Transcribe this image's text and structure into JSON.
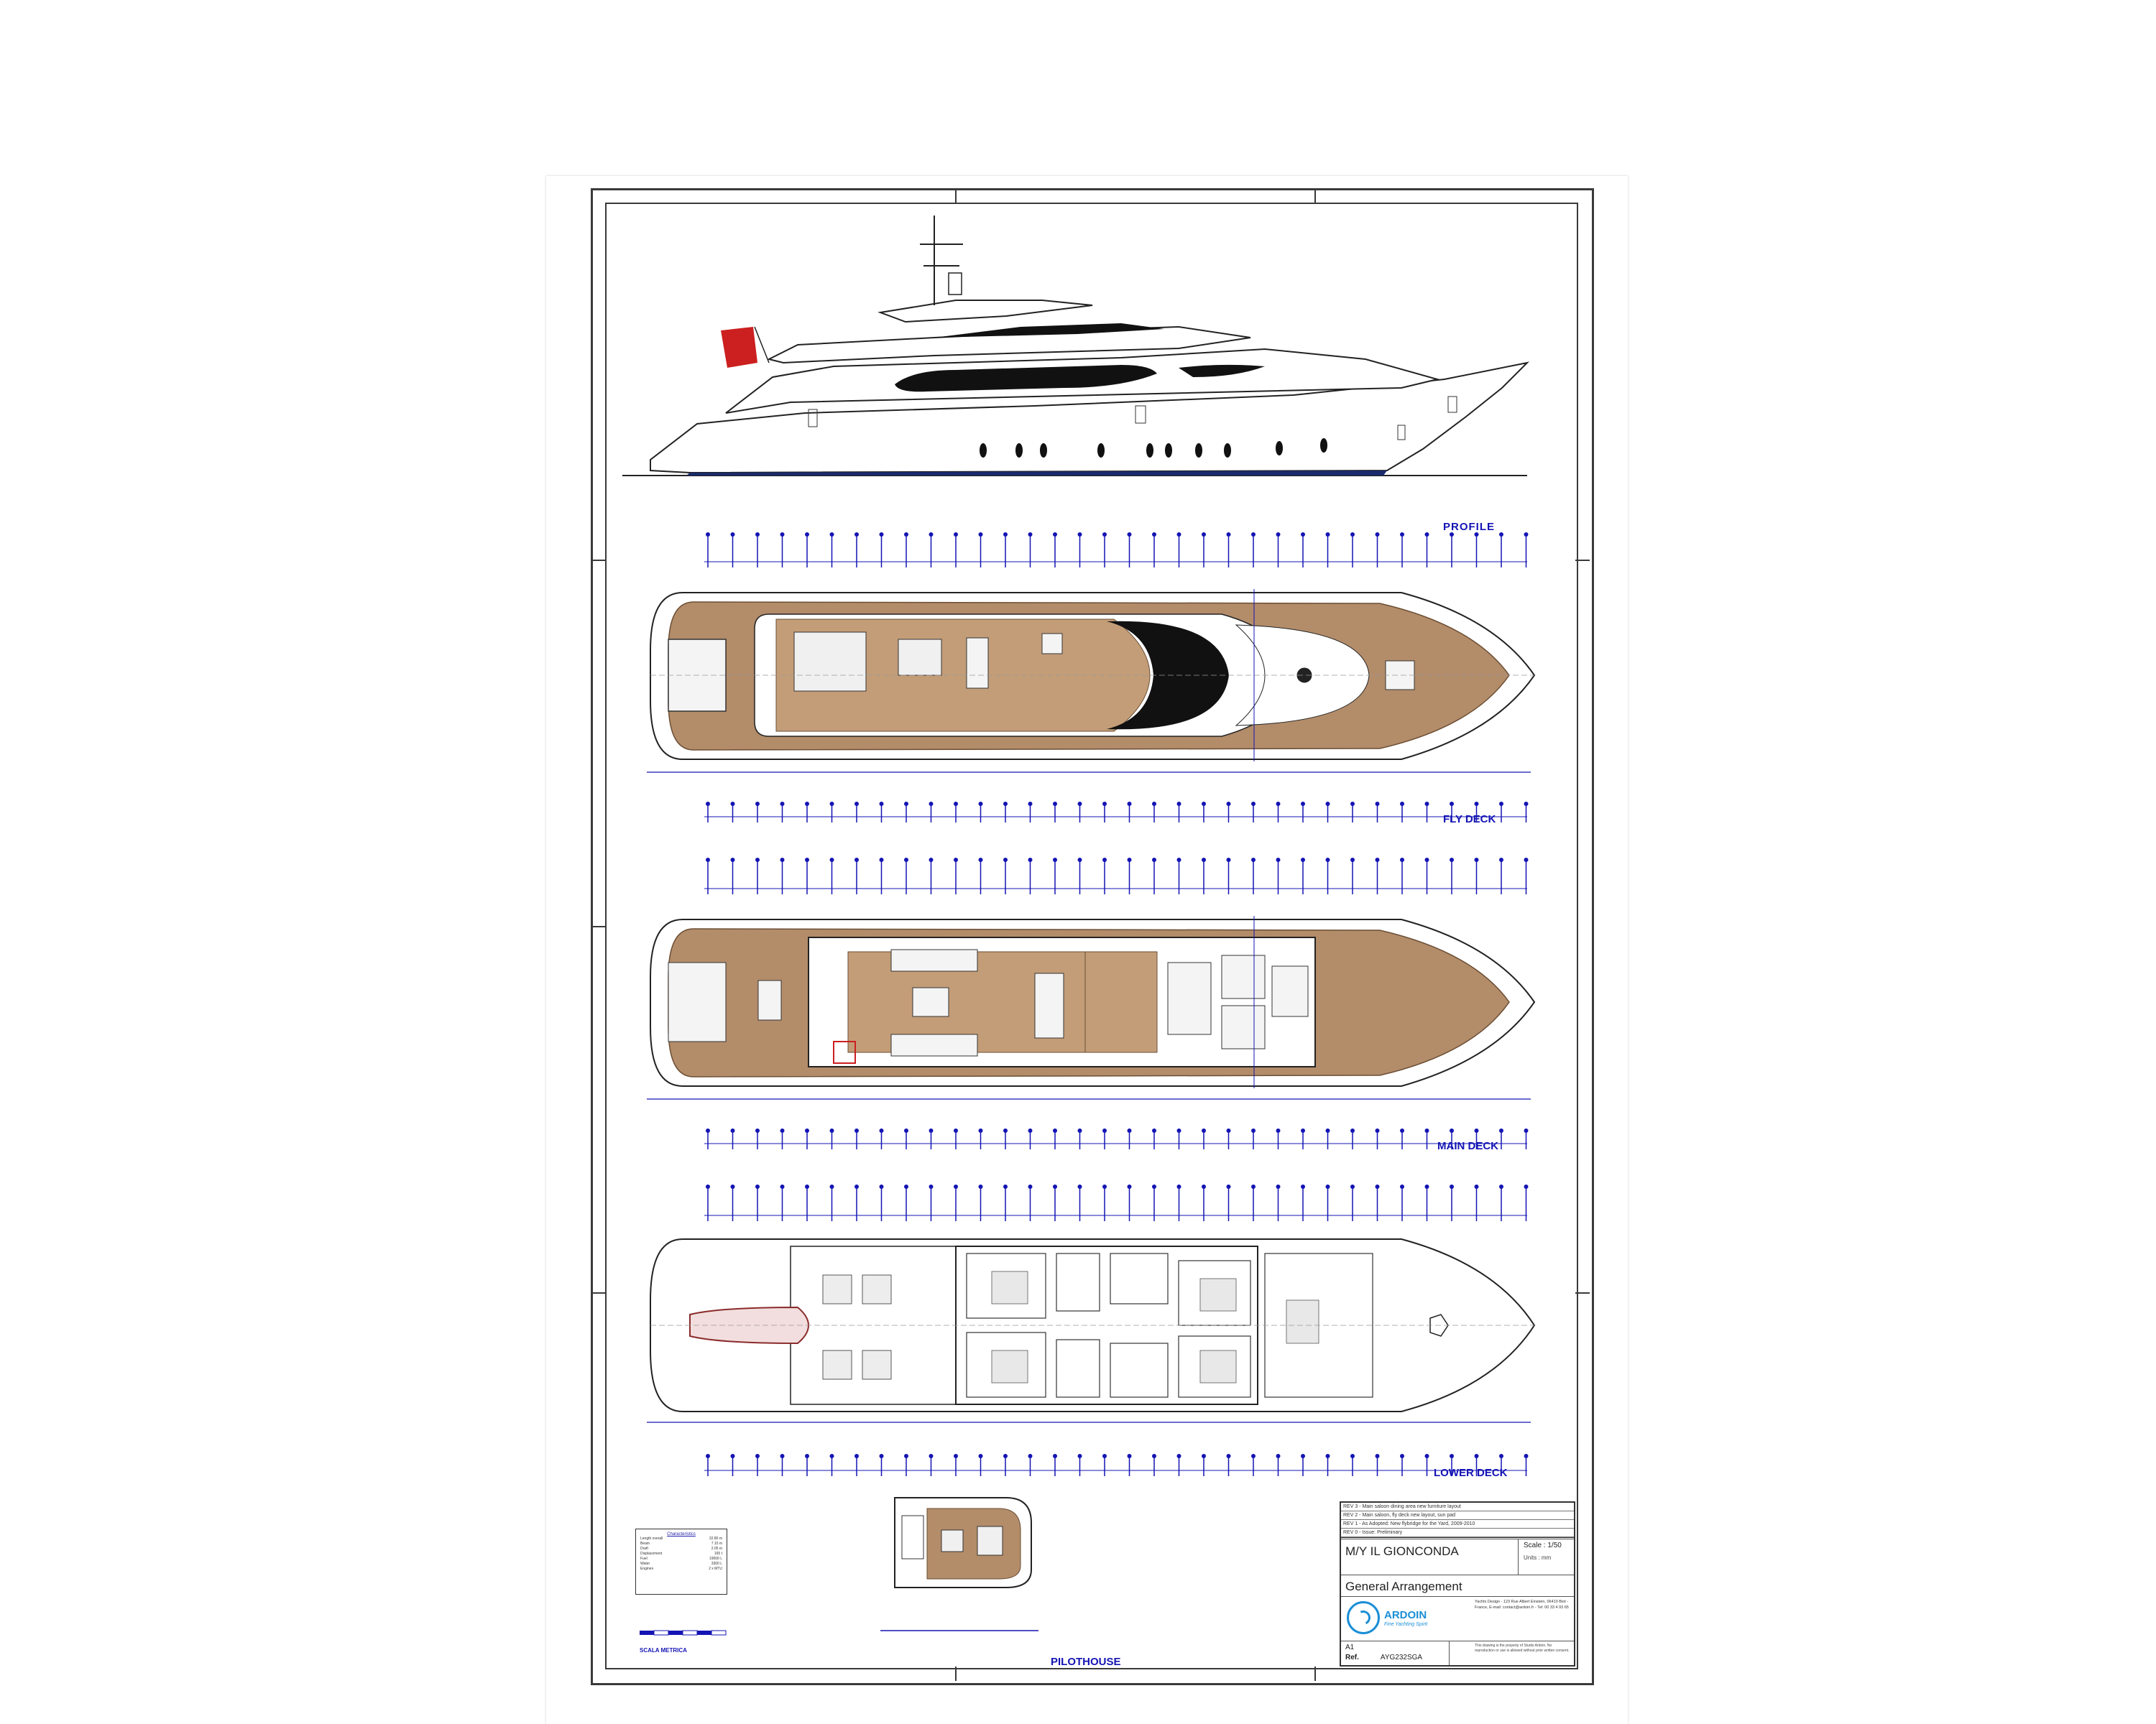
{
  "labels": {
    "profile": "PROFILE",
    "fly_deck": "FLY DECK",
    "main_deck": "MAIN DECK",
    "lower_deck": "LOWER DECK",
    "pilothouse": "PILOTHOUSE",
    "scala_metrica": "SCALA METRICA"
  },
  "title_block": {
    "revisions": [
      "REV 3 - Main saloon dining area new furniture layout",
      "REV 2 - Main saloon, fly deck new layout, sun pad",
      "REV 1 - As Adopted: New flybridge for the Yard, 2009-2010",
      "REV 0 - Issue: Preliminary"
    ],
    "yacht_name": "M/Y IL GIONCONDA",
    "scale": "Scale : 1/50",
    "units": "Units : mm",
    "drawing_title": "General Arrangement",
    "company": "ARDOIN",
    "company_sub": "Fine Yachting Spirit",
    "address": "Yachts Design - 123 Rue Albert Einstein, 06410 Biot - France, E-mail: contact@ardoin.fr - Tel: 00 33 4 93 65",
    "sheet": "A1",
    "ref_label": "Ref.",
    "ref_value": "AYG232SGA",
    "note": "This drawing is the property of Studio Ardoin. No reproduction or use is allowed without prior written consent."
  },
  "specs": {
    "heading": "Characteristics",
    "rows": [
      {
        "k": "Length overall",
        "v": "32.80 m"
      },
      {
        "k": "Beam",
        "v": "7.10 m"
      },
      {
        "k": "Draft",
        "v": "2.05 m"
      },
      {
        "k": "Displacement",
        "v": "165 t"
      },
      {
        "k": "Fuel",
        "v": "19000 L"
      },
      {
        "k": "Water",
        "v": "3300 L"
      },
      {
        "k": "Engines",
        "v": "2 x MTU"
      }
    ]
  },
  "colors": {
    "frame": "#3a3a3a",
    "dimension_blue": "#1414b4",
    "teak": "#b38c6a",
    "teak_dark": "#8f6b4a",
    "hull_dark": "#1a1a1a",
    "flag_red": "#cc1f1f",
    "accent": "#1a8ed6"
  }
}
